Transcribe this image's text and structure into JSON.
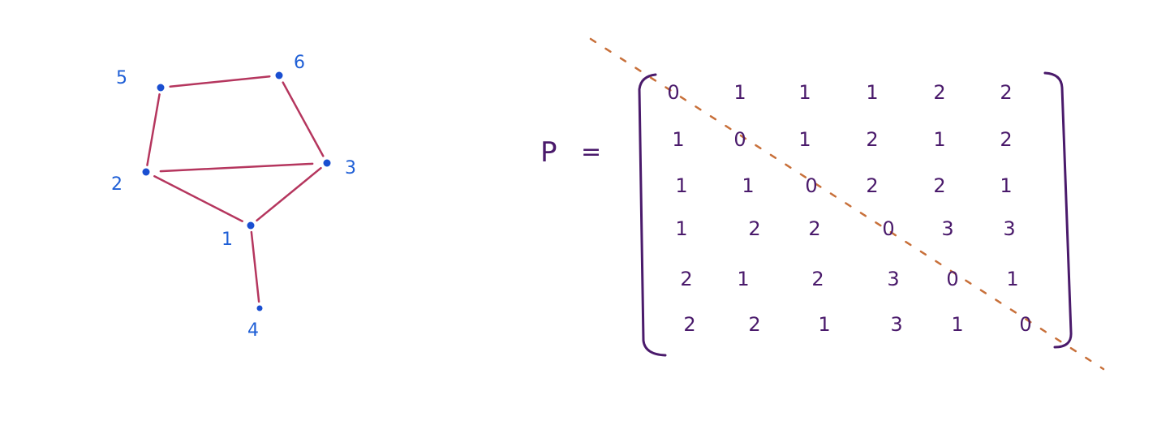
{
  "graph": {
    "nodes": [
      {
        "id": "1",
        "label": "1"
      },
      {
        "id": "2",
        "label": "2"
      },
      {
        "id": "3",
        "label": "3"
      },
      {
        "id": "4",
        "label": "4"
      },
      {
        "id": "5",
        "label": "5"
      },
      {
        "id": "6",
        "label": "6"
      }
    ],
    "edges": [
      [
        "5",
        "6"
      ],
      [
        "5",
        "2"
      ],
      [
        "6",
        "3"
      ],
      [
        "2",
        "3"
      ],
      [
        "2",
        "1"
      ],
      [
        "3",
        "1"
      ],
      [
        "1",
        "4"
      ]
    ],
    "colors": {
      "node": "#1a4fd1",
      "edge": "#b5365e",
      "label": "#1f5fd6"
    }
  },
  "matrix": {
    "name": "P",
    "equals": "=",
    "rows": [
      [
        "0",
        "1",
        "1",
        "1",
        "2",
        "2"
      ],
      [
        "1",
        "0",
        "1",
        "2",
        "1",
        "2"
      ],
      [
        "1",
        "1",
        "0",
        "2",
        "2",
        "1"
      ],
      [
        "1",
        "2",
        "2",
        "0",
        "3",
        "3"
      ],
      [
        "2",
        "1",
        "2",
        "3",
        "0",
        "1"
      ],
      [
        "2",
        "2",
        "1",
        "3",
        "1",
        "0"
      ]
    ],
    "colors": {
      "ink": "#4a1a6b",
      "diagonal": "#c8703a"
    }
  }
}
